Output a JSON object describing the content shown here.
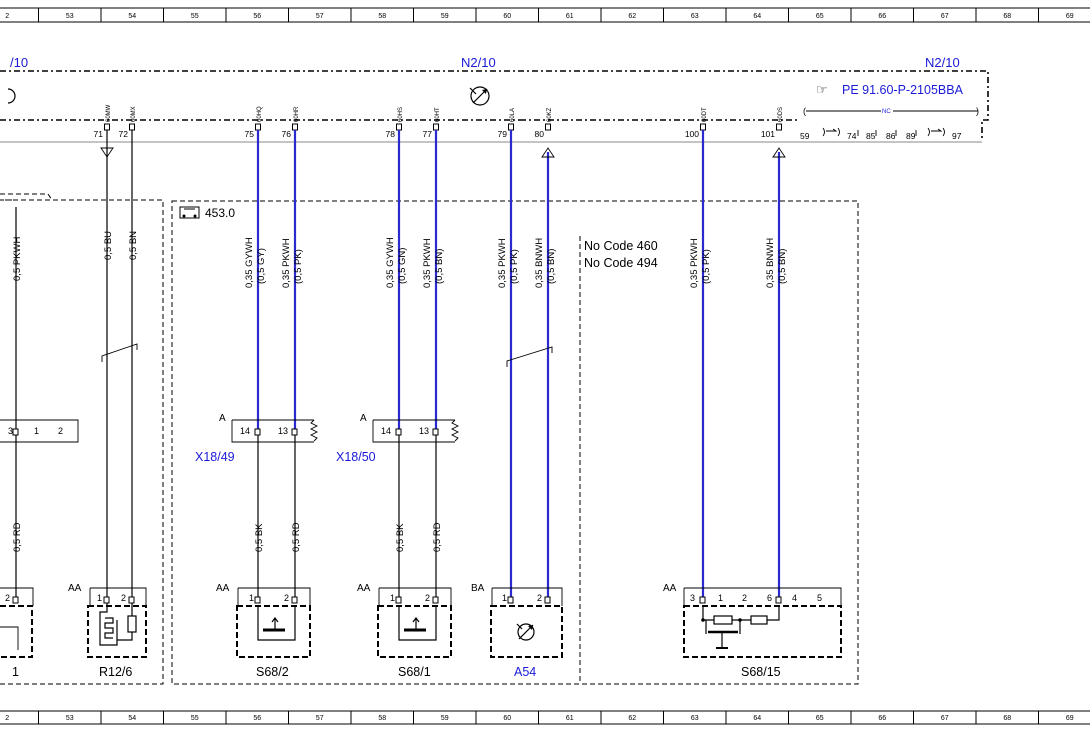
{
  "ruler": {
    "cols": [
      "2",
      "53",
      "54",
      "55",
      "56",
      "57",
      "58",
      "59",
      "60",
      "61",
      "62",
      "63",
      "64",
      "65",
      "66",
      "67",
      "68",
      "69"
    ]
  },
  "control_unit": {
    "labels": [
      "/10",
      "N2/10",
      "N2/10"
    ],
    "ref": "PE 91.60-P-2105BBA",
    "nc": "NC",
    "pins": [
      {
        "num": "71",
        "code": "60MW"
      },
      {
        "num": "72",
        "code": "60MX"
      },
      {
        "num": "75",
        "code": "60HQ"
      },
      {
        "num": "76",
        "code": "60HR"
      },
      {
        "num": "78",
        "code": "60HS"
      },
      {
        "num": "77",
        "code": "60HT"
      },
      {
        "num": "79",
        "code": "60LA"
      },
      {
        "num": "80",
        "code": "60KZ"
      },
      {
        "num": "100",
        "code": "60DT"
      },
      {
        "num": "101",
        "code": "60DS"
      }
    ],
    "extra_pins": [
      "59",
      "74",
      "85",
      "86",
      "89",
      "97"
    ]
  },
  "option_box": {
    "code": "453.0"
  },
  "conditions": [
    "No Code 460",
    "No Code 494"
  ],
  "wires_top": [
    {
      "main": "0,5 PKWH",
      "sub": ""
    },
    {
      "main": "0,5 BU",
      "sub": ""
    },
    {
      "main": "0,5 BN",
      "sub": ""
    },
    {
      "main": "0,35 GYWH",
      "sub": "(0,5 GY)"
    },
    {
      "main": "0,35 PKWH",
      "sub": "(0,5 PK)"
    },
    {
      "main": "0,35 GYWH",
      "sub": "(0,5 GN)"
    },
    {
      "main": "0,35 PKWH",
      "sub": "(0,5 BN)"
    },
    {
      "main": "0,35 PKWH",
      "sub": "(0,5 PK)"
    },
    {
      "main": "0,35 BNWH",
      "sub": "(0,5 BN)"
    },
    {
      "main": "0,35 PKWH",
      "sub": "(0,5 PK)"
    },
    {
      "main": "0,35 BNWH",
      "sub": "(0,5 BN)"
    }
  ],
  "wires_bottom": [
    "0,5 RD",
    "0,5 BK",
    "0,5 RD",
    "0,5 BK",
    "0,5 RD"
  ],
  "connectors": [
    {
      "id": "X18/49",
      "side": "A",
      "pins": [
        "14",
        "13"
      ]
    },
    {
      "id": "X18/50",
      "side": "A",
      "pins": [
        "14",
        "13"
      ]
    }
  ],
  "left_connector_pins": [
    "3",
    "1",
    "2"
  ],
  "components": [
    {
      "id": "1",
      "plug": "",
      "pins": [
        "2"
      ]
    },
    {
      "id": "R12/6",
      "plug": "AA",
      "pins": [
        "1",
        "2"
      ]
    },
    {
      "id": "S68/2",
      "plug": "AA",
      "pins": [
        "1",
        "2"
      ]
    },
    {
      "id": "S68/1",
      "plug": "AA",
      "pins": [
        "1",
        "2"
      ]
    },
    {
      "id": "A54",
      "plug": "BA",
      "pins": [
        "1",
        "2"
      ]
    },
    {
      "id": "S68/15",
      "plug": "AA",
      "pins": [
        "3",
        "1",
        "2",
        "6",
        "4",
        "5"
      ]
    }
  ]
}
